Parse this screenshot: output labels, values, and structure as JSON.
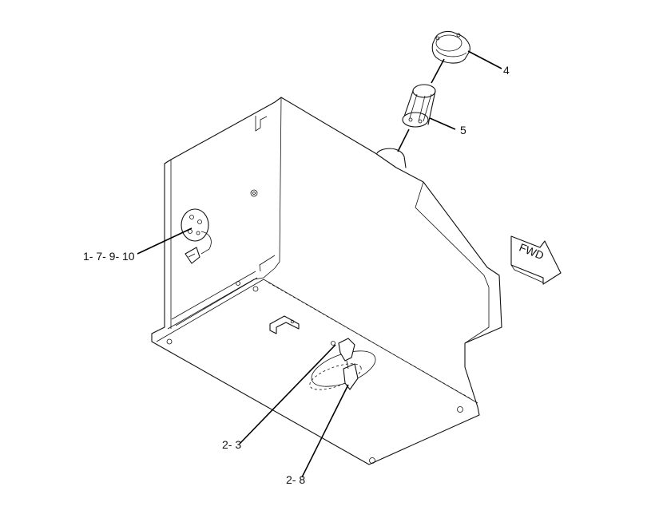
{
  "callouts": {
    "c4": "4",
    "c5": "5",
    "c1_7_9_10": "1- 7- 9- 10",
    "c2_3": "2- 3",
    "c2_8": "2- 8"
  },
  "arrow": {
    "label": "FWD"
  }
}
